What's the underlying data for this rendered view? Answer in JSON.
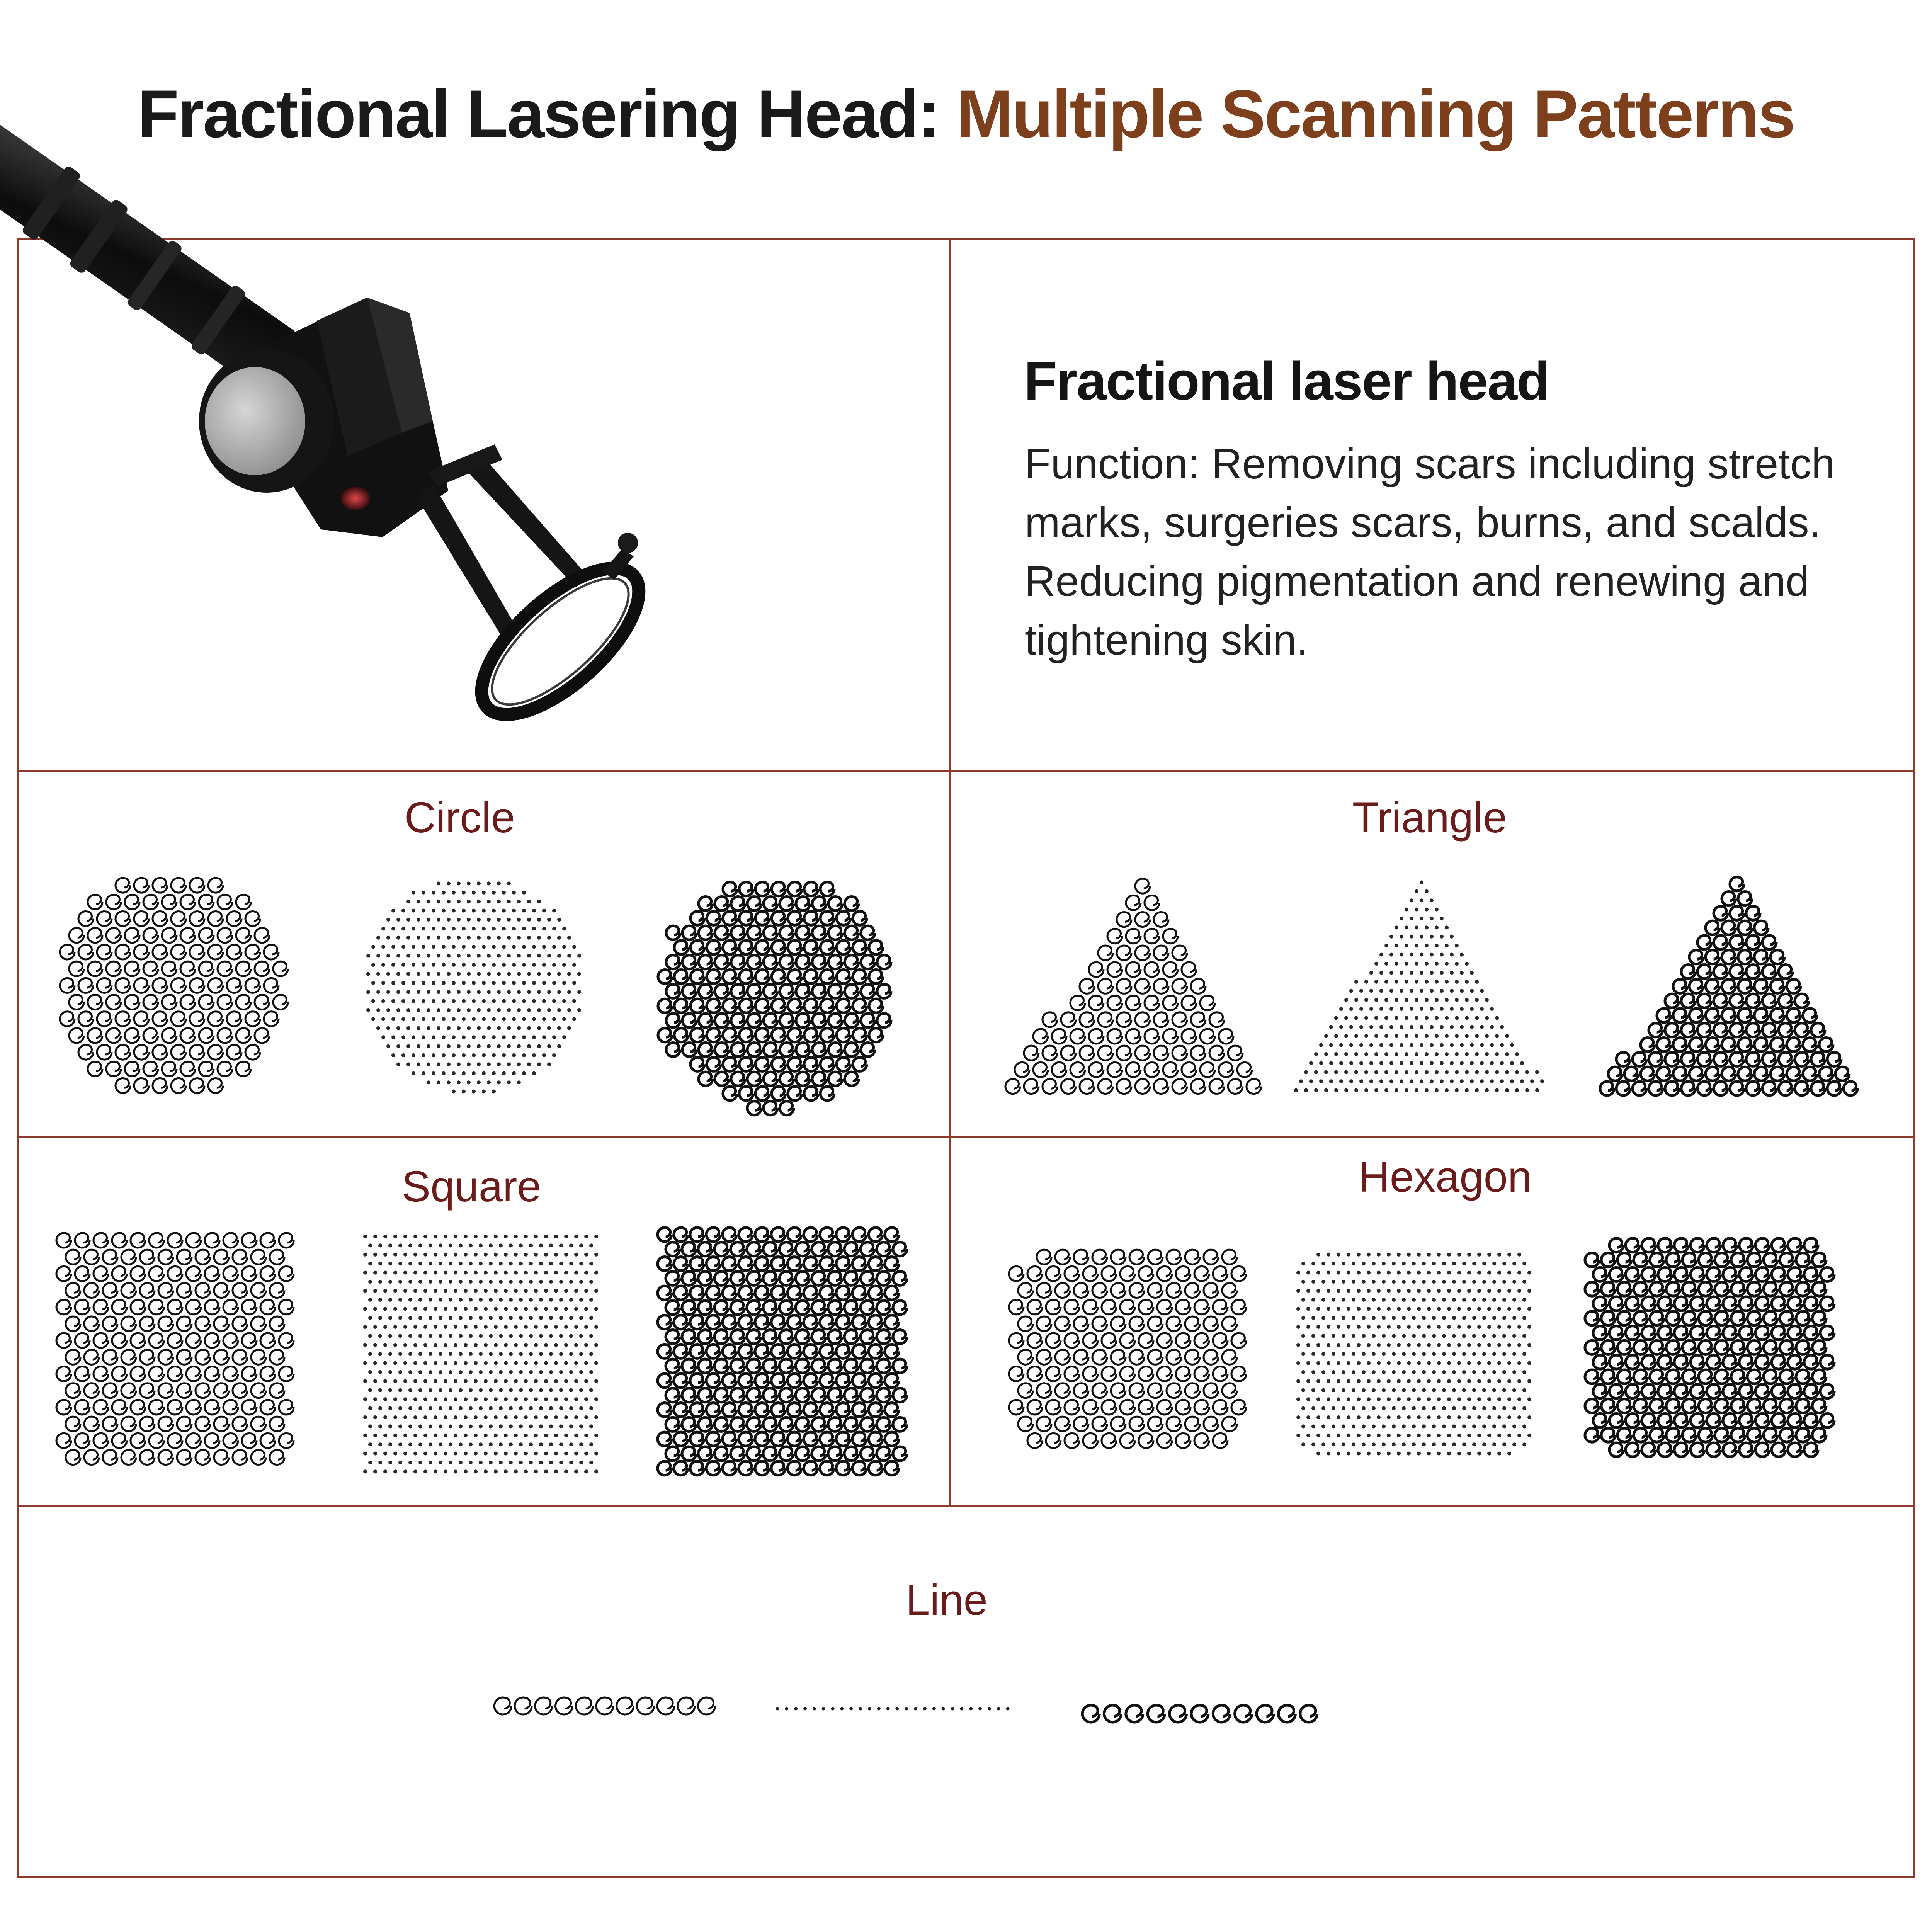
{
  "title": {
    "part1": "Fractional Lasering Head: ",
    "part2": "Multiple Scanning Patterns"
  },
  "head": {
    "title": "Fractional laser head",
    "description": "Function: Removing scars including stretch marks, surgeries scars, burns, and scalds. Reducing pigmentation and renewing and tightening skin."
  },
  "patterns": [
    {
      "label": "Circle",
      "shape": "circle"
    },
    {
      "label": "Triangle",
      "shape": "triangle"
    },
    {
      "label": "Square",
      "shape": "square"
    },
    {
      "label": "Hexagon",
      "shape": "hexagon"
    },
    {
      "label": "Line",
      "shape": "line"
    }
  ],
  "colors": {
    "accent": "#7e3f1c",
    "label": "#6b1c1a",
    "border": "#8b3a2b",
    "text": "#1a1a1a"
  }
}
